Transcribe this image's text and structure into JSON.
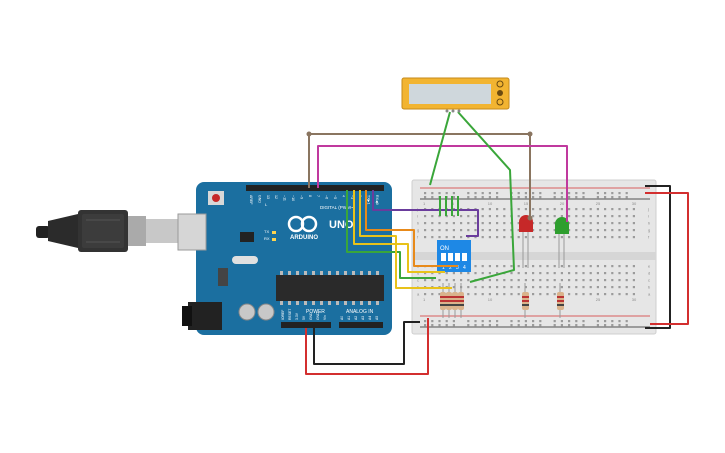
{
  "arduino": {
    "brand": "ARDUINO",
    "model": "UNO",
    "digital_label": "DIGITAL (PWM~)",
    "power_label": "POWER",
    "analog_label": "ANALOG IN",
    "tx_label": "TX",
    "rx_label": "RX",
    "l_label": "L",
    "on_label": "ON",
    "digital_pins": [
      "AREF",
      "GND",
      "13",
      "12",
      "~11",
      "~10",
      "~9",
      "8",
      "7",
      "~6",
      "~5",
      "4",
      "~3",
      "2",
      "TX▶1",
      "RX◀0"
    ],
    "power_pins": [
      "IOREF",
      "RESET",
      "3.3V",
      "5V",
      "GND",
      "GND",
      "Vin"
    ],
    "analog_pins": [
      "A0",
      "A1",
      "A2",
      "A3",
      "A4",
      "A5"
    ]
  },
  "dip_switch": {
    "on_label": "ON",
    "numbers": [
      "1",
      "2",
      "3",
      "4"
    ]
  },
  "breadboard": {
    "col_numbers": [
      "1",
      "5",
      "10",
      "15",
      "20",
      "25",
      "30"
    ],
    "row_letters_top": [
      "j",
      "i",
      "h",
      "g",
      "f"
    ],
    "row_letters_bottom": [
      "e",
      "d",
      "c",
      "b",
      "a"
    ]
  },
  "colors": {
    "arduino": "#1b6fa0",
    "breadboard": "#e6e6e6",
    "wire_red": "#d32f2f",
    "wire_black": "#222222",
    "wire_green": "#3aa63a",
    "wire_magenta": "#c0399e",
    "wire_brown": "#8a7560",
    "wire_orange": "#e88a1a",
    "wire_yellow": "#e8c21a",
    "wire_purple": "#6a3c9c",
    "lcd": "#f2b431",
    "led_red": "#c62828",
    "led_green": "#2e9e2e"
  }
}
